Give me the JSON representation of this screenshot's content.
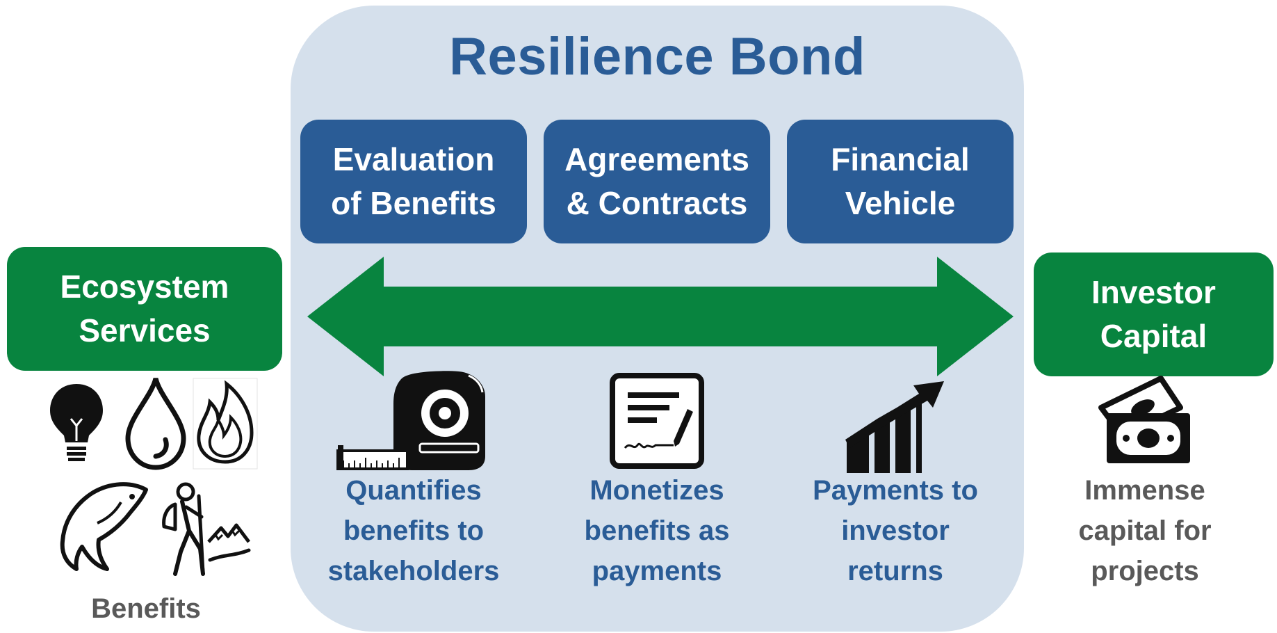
{
  "title": "Resilience Bond",
  "components": [
    {
      "label": "Evaluation\nof Benefits",
      "caption": "Quantifies\nbenefits to\nstakeholders",
      "icon": "tape-measure-icon"
    },
    {
      "label": "Agreements\n& Contracts",
      "caption": "Monetizes\nbenefits as\npayments",
      "icon": "signed-contract-icon"
    },
    {
      "label": "Financial\nVehicle",
      "caption": "Payments to\ninvestor\nreturns",
      "icon": "growth-chart-icon"
    }
  ],
  "left": {
    "label": "Ecosystem\nServices",
    "caption": "Benefits",
    "icons": [
      "lightbulb-icon",
      "water-drop-icon",
      "fire-icon",
      "fish-icon",
      "hiker-icon"
    ]
  },
  "right": {
    "label": "Investor\nCapital",
    "caption": "Immense\ncapital for\nprojects",
    "icons": [
      "money-stack-icon"
    ]
  },
  "connector": "double-arrow",
  "colors": {
    "panel": "#d5e0ec",
    "blue": "#2a5c96",
    "green": "#08843f",
    "gray": "#595959",
    "icon": "#111111"
  }
}
